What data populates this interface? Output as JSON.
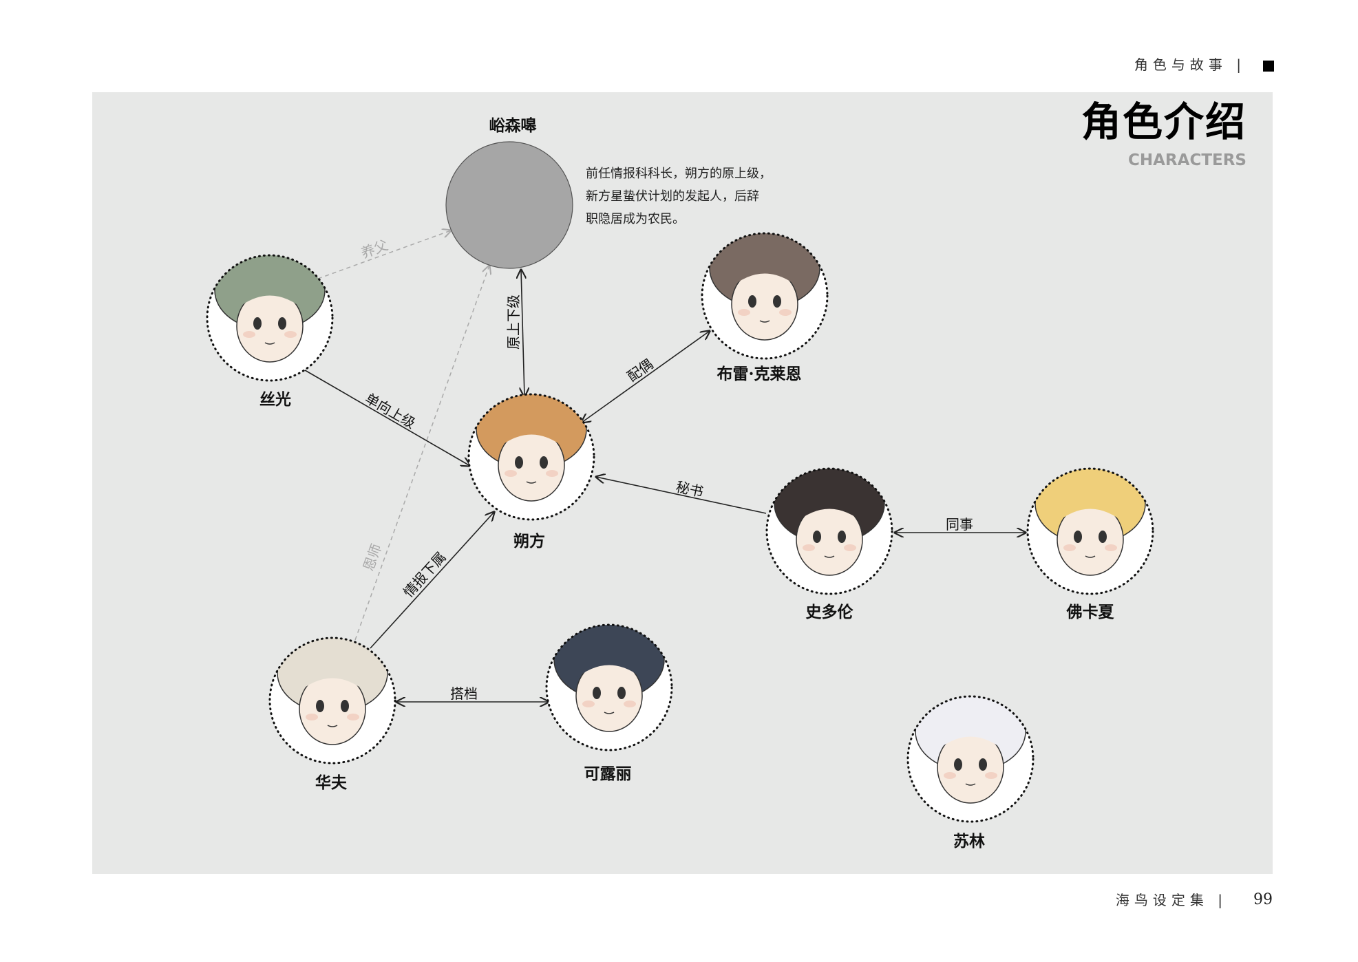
{
  "header": {
    "section": "角色与故事 |",
    "marker_icon": "black-square-icon"
  },
  "title": {
    "main": "角色介绍",
    "sub": "CHARACTERS"
  },
  "description": {
    "lines": [
      "前任情报科科长，朔方的原上级，",
      "新方星蛰伏计划的发起人，后辞",
      "职隐居成为农民。"
    ]
  },
  "characters": [
    {
      "id": "yusenhao",
      "name": "峪森嗥",
      "color": "#a6a6a6",
      "portrait": false
    },
    {
      "id": "siguang",
      "name": "丝光",
      "color": "#8fa08a",
      "portrait": true
    },
    {
      "id": "bulei",
      "name": "布雷·克莱恩",
      "color": "#7a6a62",
      "portrait": true
    },
    {
      "id": "shuofang",
      "name": "朔方",
      "color": "#d39a5e",
      "portrait": true
    },
    {
      "id": "shiduolun",
      "name": "史多伦",
      "color": "#3a3332",
      "portrait": true
    },
    {
      "id": "fokaxia",
      "name": "佛卡夏",
      "color": "#efcf7a",
      "portrait": true
    },
    {
      "id": "huafu",
      "name": "华夫",
      "color": "#e4ded2",
      "portrait": true
    },
    {
      "id": "keluli",
      "name": "可露丽",
      "color": "#3d4656",
      "portrait": true
    },
    {
      "id": "sulin",
      "name": "苏林",
      "color": "#eeeef3",
      "portrait": true
    }
  ],
  "relations": [
    {
      "label": "养父",
      "style": "dashed"
    },
    {
      "label": "恩师",
      "style": "dashed"
    },
    {
      "label": "原上下级",
      "style": "solid"
    },
    {
      "label": "单向上级",
      "style": "solid"
    },
    {
      "label": "配偶",
      "style": "solid"
    },
    {
      "label": "秘书",
      "style": "solid"
    },
    {
      "label": "情报下属",
      "style": "solid"
    },
    {
      "label": "同事",
      "style": "solid"
    },
    {
      "label": "搭档",
      "style": "solid"
    }
  ],
  "footer": {
    "book": "海鸟设定集 |",
    "page": "99"
  }
}
